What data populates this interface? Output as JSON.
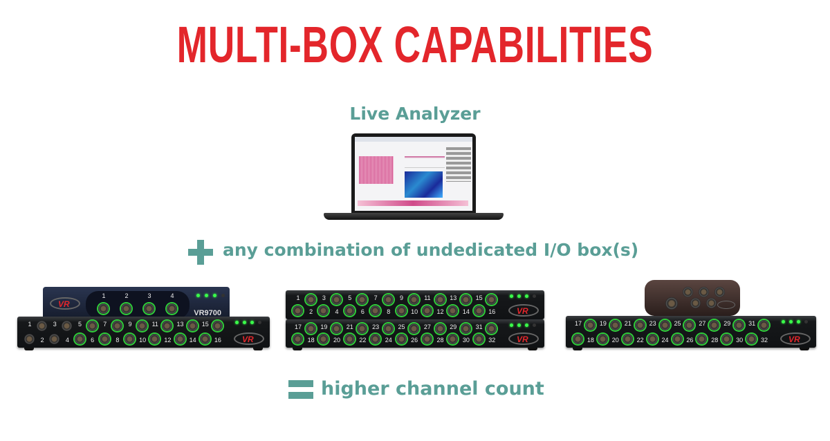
{
  "title": "MULTI-BOX CAPABILITIES",
  "software_label": "Live Analyzer",
  "plus_text": "any combination of undedicated I/O box(s)",
  "equals_text": "higher channel count",
  "colors": {
    "title": "#e3262b",
    "accent": "#5a9e96",
    "connector_ring": "#2fcf3a"
  },
  "devices": {
    "vr9700": {
      "model": "VR9700",
      "channels": [
        "1",
        "2",
        "3",
        "4"
      ],
      "logo": "VR"
    },
    "left_box": {
      "channels": [
        "1",
        "2",
        "3",
        "4",
        "5",
        "6",
        "7",
        "8",
        "9",
        "10",
        "11",
        "12",
        "13",
        "14",
        "15",
        "16"
      ],
      "green_from": 5
    },
    "middle_top": {
      "channels": [
        "1",
        "2",
        "3",
        "4",
        "5",
        "6",
        "7",
        "8",
        "9",
        "10",
        "11",
        "12",
        "13",
        "14",
        "15",
        "16"
      ],
      "green_from": 1
    },
    "middle_bottom": {
      "channels": [
        "17",
        "18",
        "19",
        "20",
        "21",
        "22",
        "23",
        "24",
        "25",
        "26",
        "27",
        "28",
        "29",
        "30",
        "31",
        "32"
      ],
      "green_from": 1
    },
    "right_box": {
      "channels": [
        "17",
        "18",
        "19",
        "20",
        "21",
        "22",
        "23",
        "24",
        "25",
        "26",
        "27",
        "28",
        "29",
        "30",
        "31",
        "32"
      ],
      "green_from": 1
    }
  }
}
